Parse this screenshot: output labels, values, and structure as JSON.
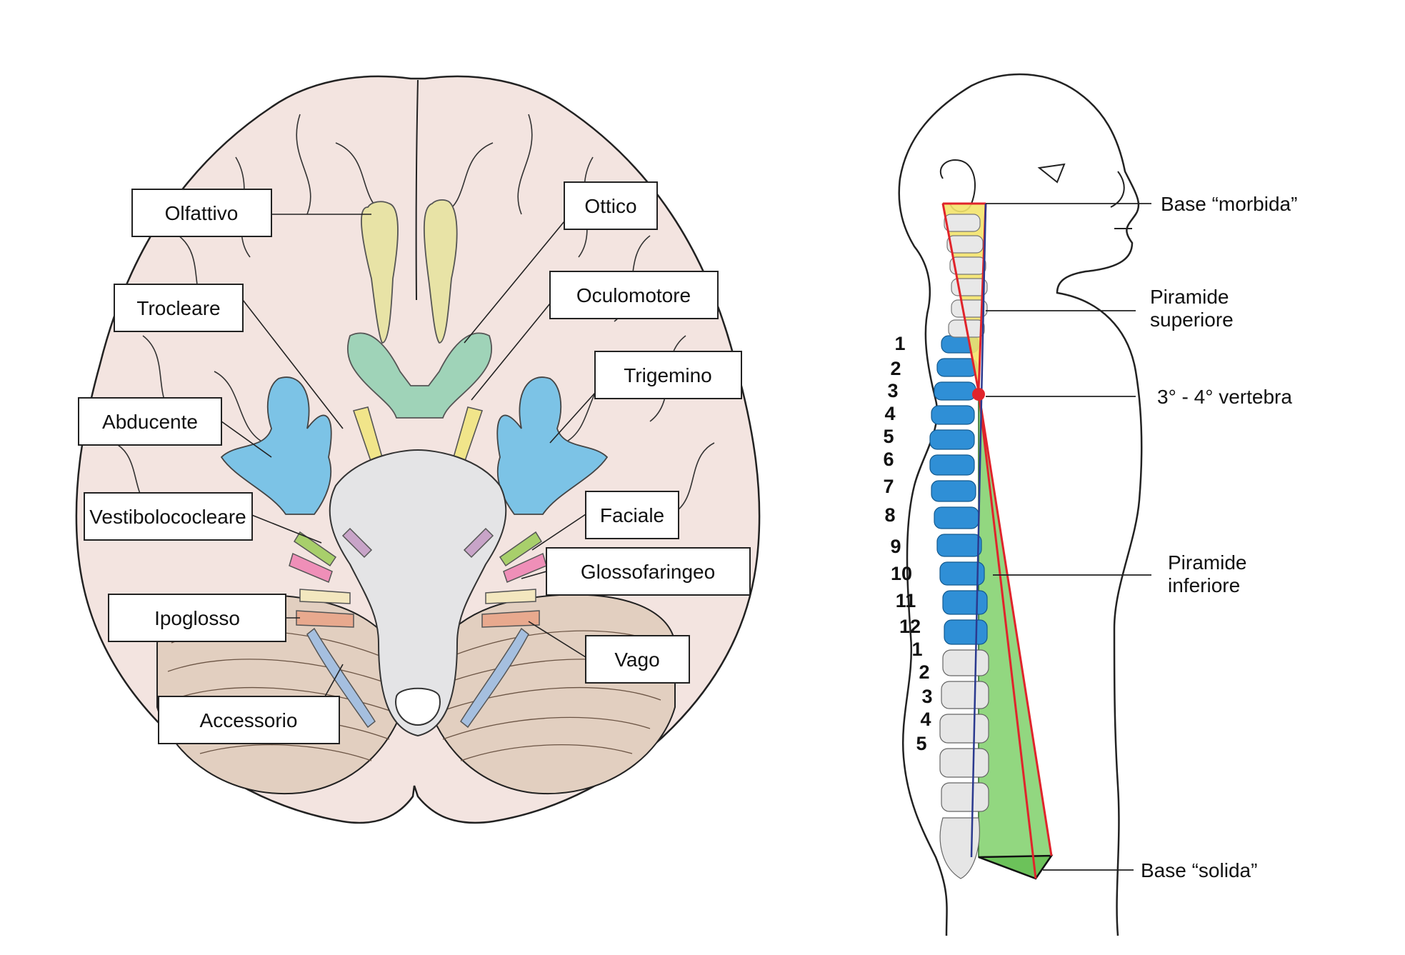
{
  "brain": {
    "labels": {
      "olfattivo": "Olfattivo",
      "ottico": "Ottico",
      "trocleare": "Trocleare",
      "oculomotore": "Oculomotore",
      "trigemino": "Trigemino",
      "abducente": "Abducente",
      "vestibolococleare": "Vestibolococleare",
      "faciale": "Faciale",
      "glossofaringeo": "Glossofaringeo",
      "ipoglosso": "Ipoglosso",
      "vago": "Vago",
      "accessorio": "Accessorio"
    },
    "colors": {
      "cortex": "#f3e4e0",
      "cerebellum": "#e2cfc0",
      "olfactory": "#e8e3a6",
      "optic": "#9fd3b8",
      "trigeminal": "#7cc3e6",
      "brainstem": "#e4e4e6"
    }
  },
  "spine": {
    "labels": {
      "base_morbida": "Base “morbida”",
      "piramide_superiore_1": "Piramide",
      "piramide_superiore_2": "superiore",
      "vertebra": "3° - 4° vertebra",
      "piramide_inferiore_1": "Piramide",
      "piramide_inferiore_2": "inferiore",
      "base_solida": "Base “solida”"
    },
    "cervical_numbers": [
      "1",
      "2",
      "3",
      "4",
      "5",
      "6",
      "7",
      "8",
      "9",
      "10",
      "11",
      "12"
    ],
    "lumbar_numbers": [
      "1",
      "2",
      "3",
      "4",
      "5"
    ],
    "colors": {
      "upper_pyramid": "#f3e36b",
      "lower_pyramid": "#7fd06a",
      "vertebrae": "#2f8fd6",
      "line_red": "#e0242b",
      "line_blue": "#2b3a8f"
    }
  }
}
